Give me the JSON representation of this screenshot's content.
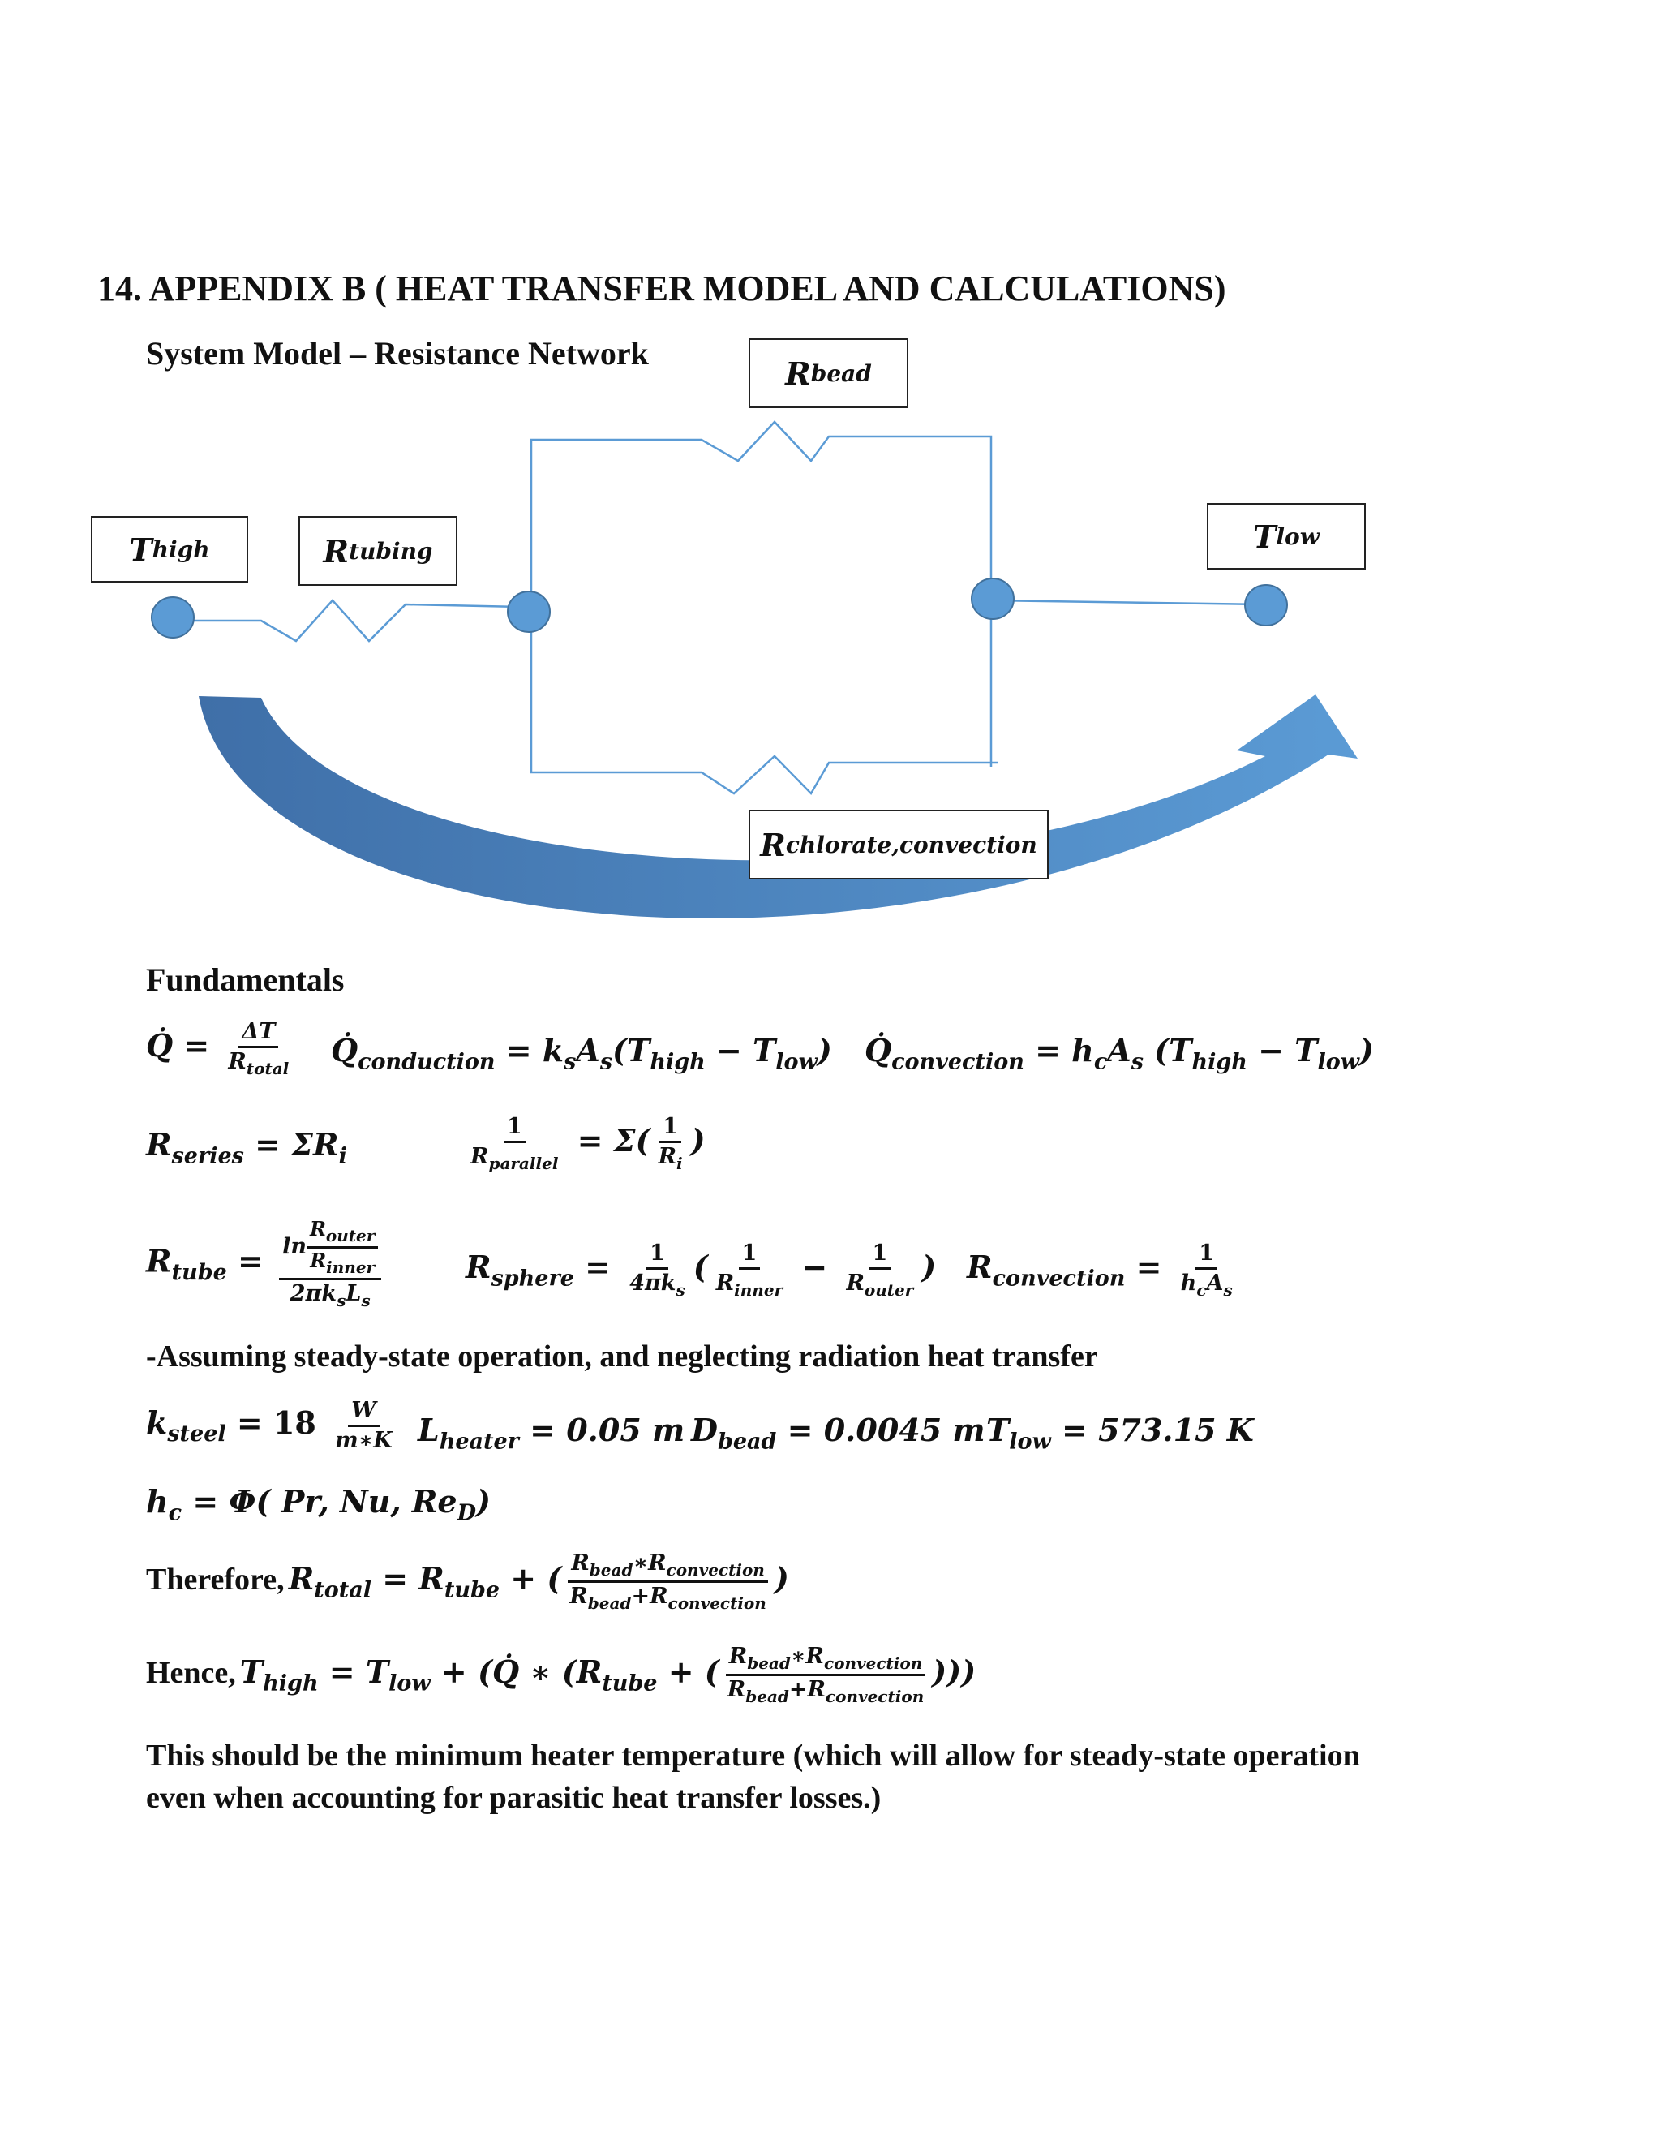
{
  "heading": "14. APPENDIX B ( HEAT TRANSFER MODEL AND CALCULATIONS)",
  "subheading": "System Model – Resistance Network",
  "diagram": {
    "t_high": {
      "sym": "T",
      "sub": "high"
    },
    "r_tubing": {
      "sym": "R",
      "sub": "tubing"
    },
    "r_bead": {
      "sym": "R",
      "sub": "bead"
    },
    "t_low": {
      "sym": "T",
      "sub": "low"
    },
    "r_chlorate": {
      "sym": "R",
      "sub": "chlorate,convection"
    },
    "colors": {
      "wire": "#5b9bd5",
      "node": "#5b9bd5",
      "node_edge": "#41719c",
      "arrow_dark": "#3f6fa8",
      "arrow_light": "#5b9bd5"
    }
  },
  "fundamentals_title": "Fundamentals",
  "notes": {
    "assumption": "-Assuming steady-state operation, and neglecting radiation heat transfer",
    "therefore": "Therefore,",
    "hence": "Hence,",
    "conclusion_1": "This should be the minimum heater temperature (which will allow for steady-state operation",
    "conclusion_2": "even when accounting for parasitic heat transfer losses.)"
  },
  "constants": {
    "k_steel": "18",
    "k_units_num": "W",
    "k_units_den": "m∗K",
    "l_heater": "0.05",
    "d_bead": "0.0045",
    "t_low": "573.15",
    "unit_m": "m",
    "unit_k": "K"
  }
}
